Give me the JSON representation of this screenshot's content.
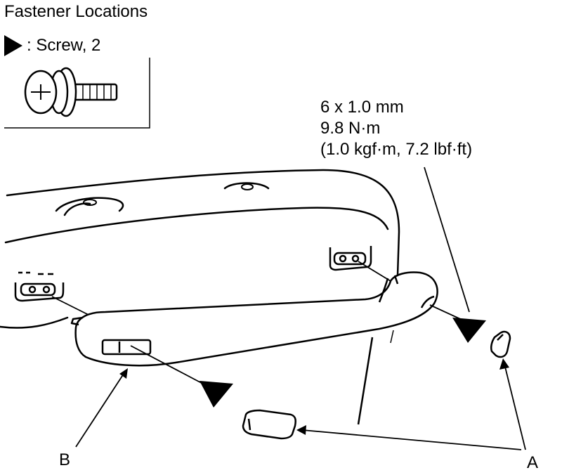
{
  "header": {
    "title": "Fastener Locations"
  },
  "legend": {
    "symbol_icon": "filled-right-triangle",
    "text": ": Screw, 2"
  },
  "torque_spec": {
    "size": "6 x 1.0 mm",
    "torque_nm": "9.8 N·m",
    "torque_alt": "(1.0 kgf·m, 7.2 lbf·ft)"
  },
  "callouts": {
    "a": "A",
    "b": "B"
  },
  "colors": {
    "line": "#000000",
    "background": "#ffffff"
  }
}
